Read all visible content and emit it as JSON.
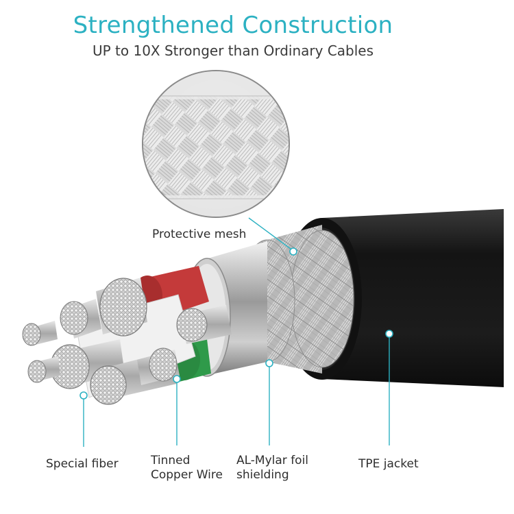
{
  "header": {
    "title": "Strengthened Construction",
    "subtitle": "UP to 10X Stronger than Ordinary Cables"
  },
  "labels": {
    "protective_mesh": "Protective mesh",
    "special_fiber": "Special fiber",
    "tinned_copper_line1": "Tinned",
    "tinned_copper_line2": "Copper Wire",
    "foil_line1": "AL-Mylar foil",
    "foil_line2": "shielding",
    "tpe_jacket": "TPE jacket"
  },
  "colors": {
    "accent": "#2cb1c2",
    "jacket": "#1b1b1b",
    "red_insulation": "#c43a3a",
    "green_insulation": "#2f9a4a"
  }
}
